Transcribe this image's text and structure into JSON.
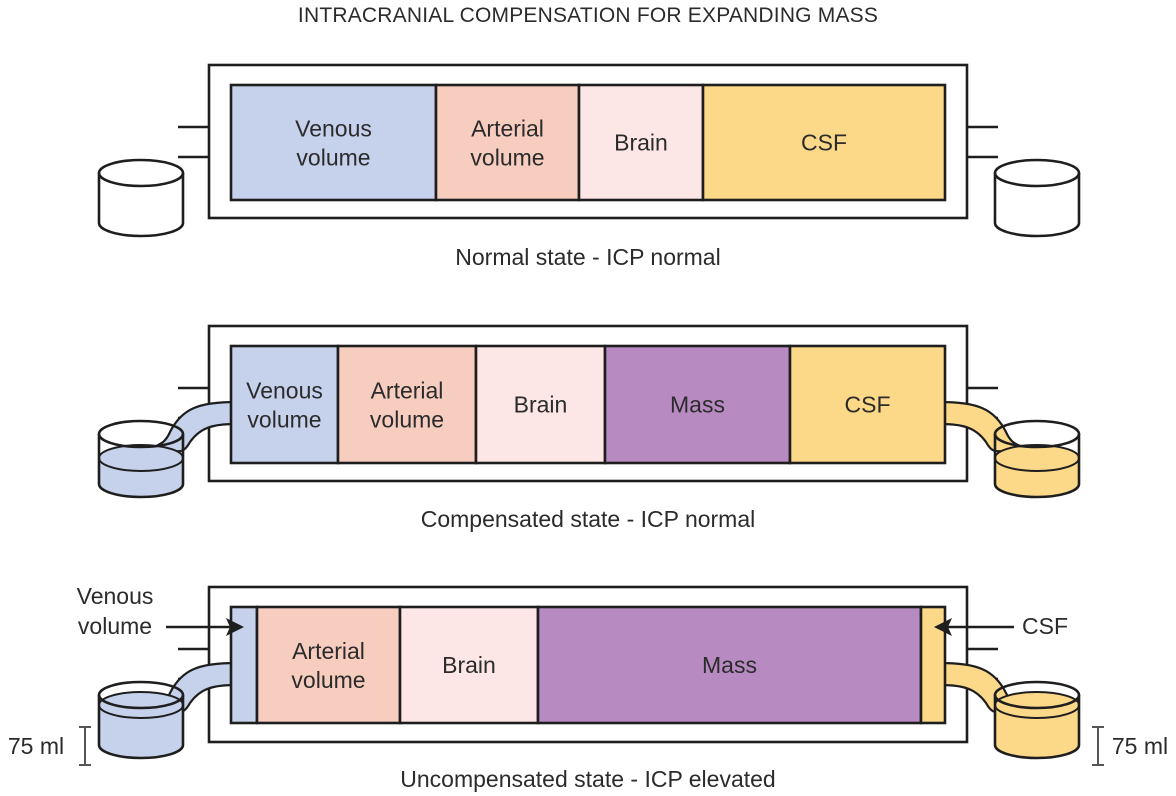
{
  "title": "INTRACRANIAL COMPENSATION FOR EXPANDING MASS",
  "colors": {
    "venous": "#c6d2ec",
    "arterial": "#f7cdc0",
    "brain": "#fde6e6",
    "csf": "#fcd889",
    "mass": "#b78bc2",
    "stroke": "#1e1e1e",
    "text": "#2b2b2b"
  },
  "panels": [
    {
      "caption": "Normal state - ICP normal",
      "segments": [
        {
          "key": "venous",
          "line1": "Venous",
          "line2": "volume"
        },
        {
          "key": "arterial",
          "line1": "Arterial",
          "line2": "volume"
        },
        {
          "key": "brain",
          "line1": "Brain",
          "line2": ""
        },
        {
          "key": "csf",
          "line1": "CSF",
          "line2": ""
        }
      ]
    },
    {
      "caption": "Compensated state - ICP normal",
      "segments": [
        {
          "key": "venous",
          "line1": "Venous",
          "line2": "volume"
        },
        {
          "key": "arterial",
          "line1": "Arterial",
          "line2": "volume"
        },
        {
          "key": "brain",
          "line1": "Brain",
          "line2": ""
        },
        {
          "key": "mass",
          "line1": "Mass",
          "line2": ""
        },
        {
          "key": "csf",
          "line1": "CSF",
          "line2": ""
        }
      ]
    },
    {
      "caption": "Uncompensated state - ICP elevated",
      "segments": [
        {
          "key": "venous",
          "line1": "",
          "line2": ""
        },
        {
          "key": "arterial",
          "line1": "Arterial",
          "line2": "volume"
        },
        {
          "key": "brain",
          "line1": "Brain",
          "line2": ""
        },
        {
          "key": "mass",
          "line1": "Mass",
          "line2": ""
        },
        {
          "key": "csf",
          "line1": "",
          "line2": ""
        }
      ],
      "callouts": {
        "venous_line1": "Venous",
        "venous_line2": "volume",
        "csf": "CSF",
        "left_volume": "75 ml",
        "right_volume": "75 ml"
      }
    }
  ]
}
